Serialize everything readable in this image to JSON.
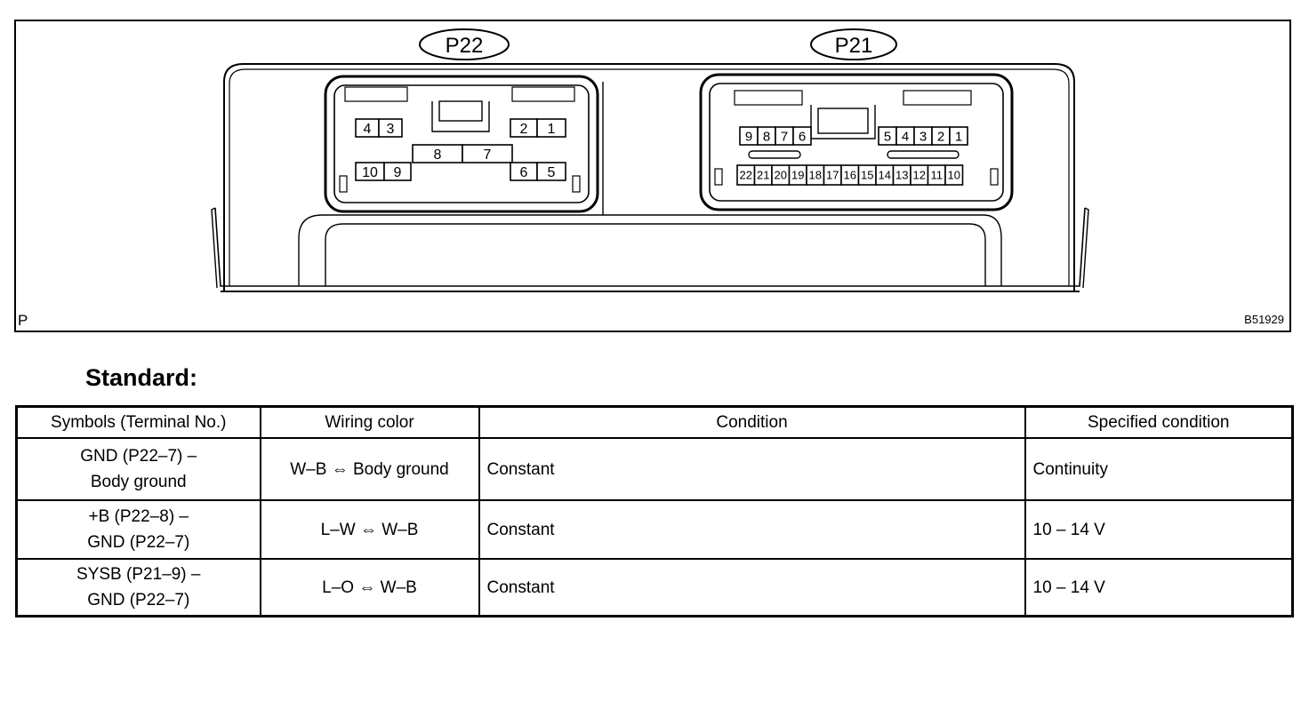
{
  "diagram": {
    "corner_mark": "P",
    "figure_code": "B51929",
    "connectors": [
      {
        "name": "P22",
        "terminals": [
          "1",
          "2",
          "3",
          "4",
          "5",
          "6",
          "7",
          "8",
          "9",
          "10"
        ]
      },
      {
        "name": "P21",
        "terminals": [
          "1",
          "2",
          "3",
          "4",
          "5",
          "6",
          "7",
          "8",
          "9",
          "10",
          "11",
          "12",
          "13",
          "14",
          "15",
          "16",
          "17",
          "18",
          "19",
          "20",
          "21",
          "22"
        ]
      }
    ]
  },
  "standard": {
    "title": "Standard:",
    "columns": [
      "Symbols (Terminal No.)",
      "Wiring color",
      "Condition",
      "Specified condition"
    ],
    "rows": [
      {
        "symbols": [
          "GND (P22–7) –",
          "Body ground"
        ],
        "wiring": "W–B ⇔ Body ground",
        "condition": "Constant",
        "specified": "Continuity"
      },
      {
        "symbols": [
          "+B (P22–8) –",
          "GND (P22–7)"
        ],
        "wiring": "L–W ⇔ W–B",
        "condition": "Constant",
        "specified": "10 – 14 V"
      },
      {
        "symbols": [
          "SYSB (P21–9) –",
          "GND (P22–7)"
        ],
        "wiring": "L–O ⇔ W–B",
        "condition": "Constant",
        "specified": "10 – 14 V"
      }
    ]
  }
}
